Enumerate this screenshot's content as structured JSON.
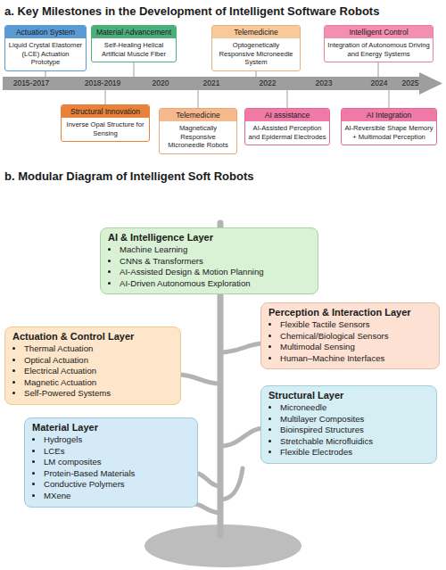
{
  "diagram": {
    "nodes": [
      {
        "text": [
          "Actuation System",
          "Liquid Crystal Elastomer (LCE) Actuation Prototype"
        ]
      },
      {
        "text": [
          "Material Advancement",
          "Self-Healing Helical Artificial Muscle Fiber"
        ]
      },
      {
        "text": [
          "Telemedicine",
          "Optogenetically Responsive Microneedle System"
        ]
      },
      {
        "text": [
          "Intelligent Control",
          "Integration of Autonomous Driving and Energy Systems"
        ]
      },
      {
        "text": [
          "Structural Innovation",
          "Inverse Opal Structure for Sensing"
        ]
      },
      {
        "text": [
          "Telemedicine",
          "Magnetically Responsive Microneedle Robots"
        ]
      },
      {
        "text": [
          "AI assistance",
          "AI-Assisted Perception and Epidermal Electrodes"
        ]
      },
      {
        "text": [
          "AI Integration",
          "AI-Reversible Shape Memory + Multimodal Perception"
        ]
      },
      {
        "text": [
          "AI & Intelligence Layer",
          "Machine Learning",
          "CNNs & Transformers",
          "AI-Assisted Design & Motion Planning",
          "AI-Driven Autonomous Exploration"
        ]
      },
      {
        "text": [
          "Perception & Interaction Layer",
          "Flexible Tactile Sensors",
          "Chemical/Biological Sensors",
          "Multimodal Sensing",
          "Human–Machine Interfaces"
        ]
      },
      {
        "text": [
          "Actuation & Control Layer",
          "Thermal Actuation",
          "Optical Actuation",
          "Electrical Actuation",
          "Magnetic Actuation",
          "Self-Powered Systems"
        ]
      },
      {
        "text": [
          "Structural Layer",
          "Microneedle",
          "Multilayer Composites",
          "Bioinspired Structures",
          "Stretchable Microfluidics",
          "Flexible Electrodes"
        ]
      },
      {
        "text": [
          "Material Layer",
          "Hydrogels",
          "LCEs",
          "LM composites",
          "Protein-Based Materials",
          "Conductive Polymers",
          "MXene"
        ]
      }
    ],
    "labels": [
      "a. Key Milestones in the Development of Intelligent Software Robots",
      "2015-2017",
      "2018-2019",
      "2020",
      "2021",
      "2022",
      "2023",
      "2024",
      "2025",
      "b. Modular Diagram of Intelligent Soft Robots"
    ]
  }
}
